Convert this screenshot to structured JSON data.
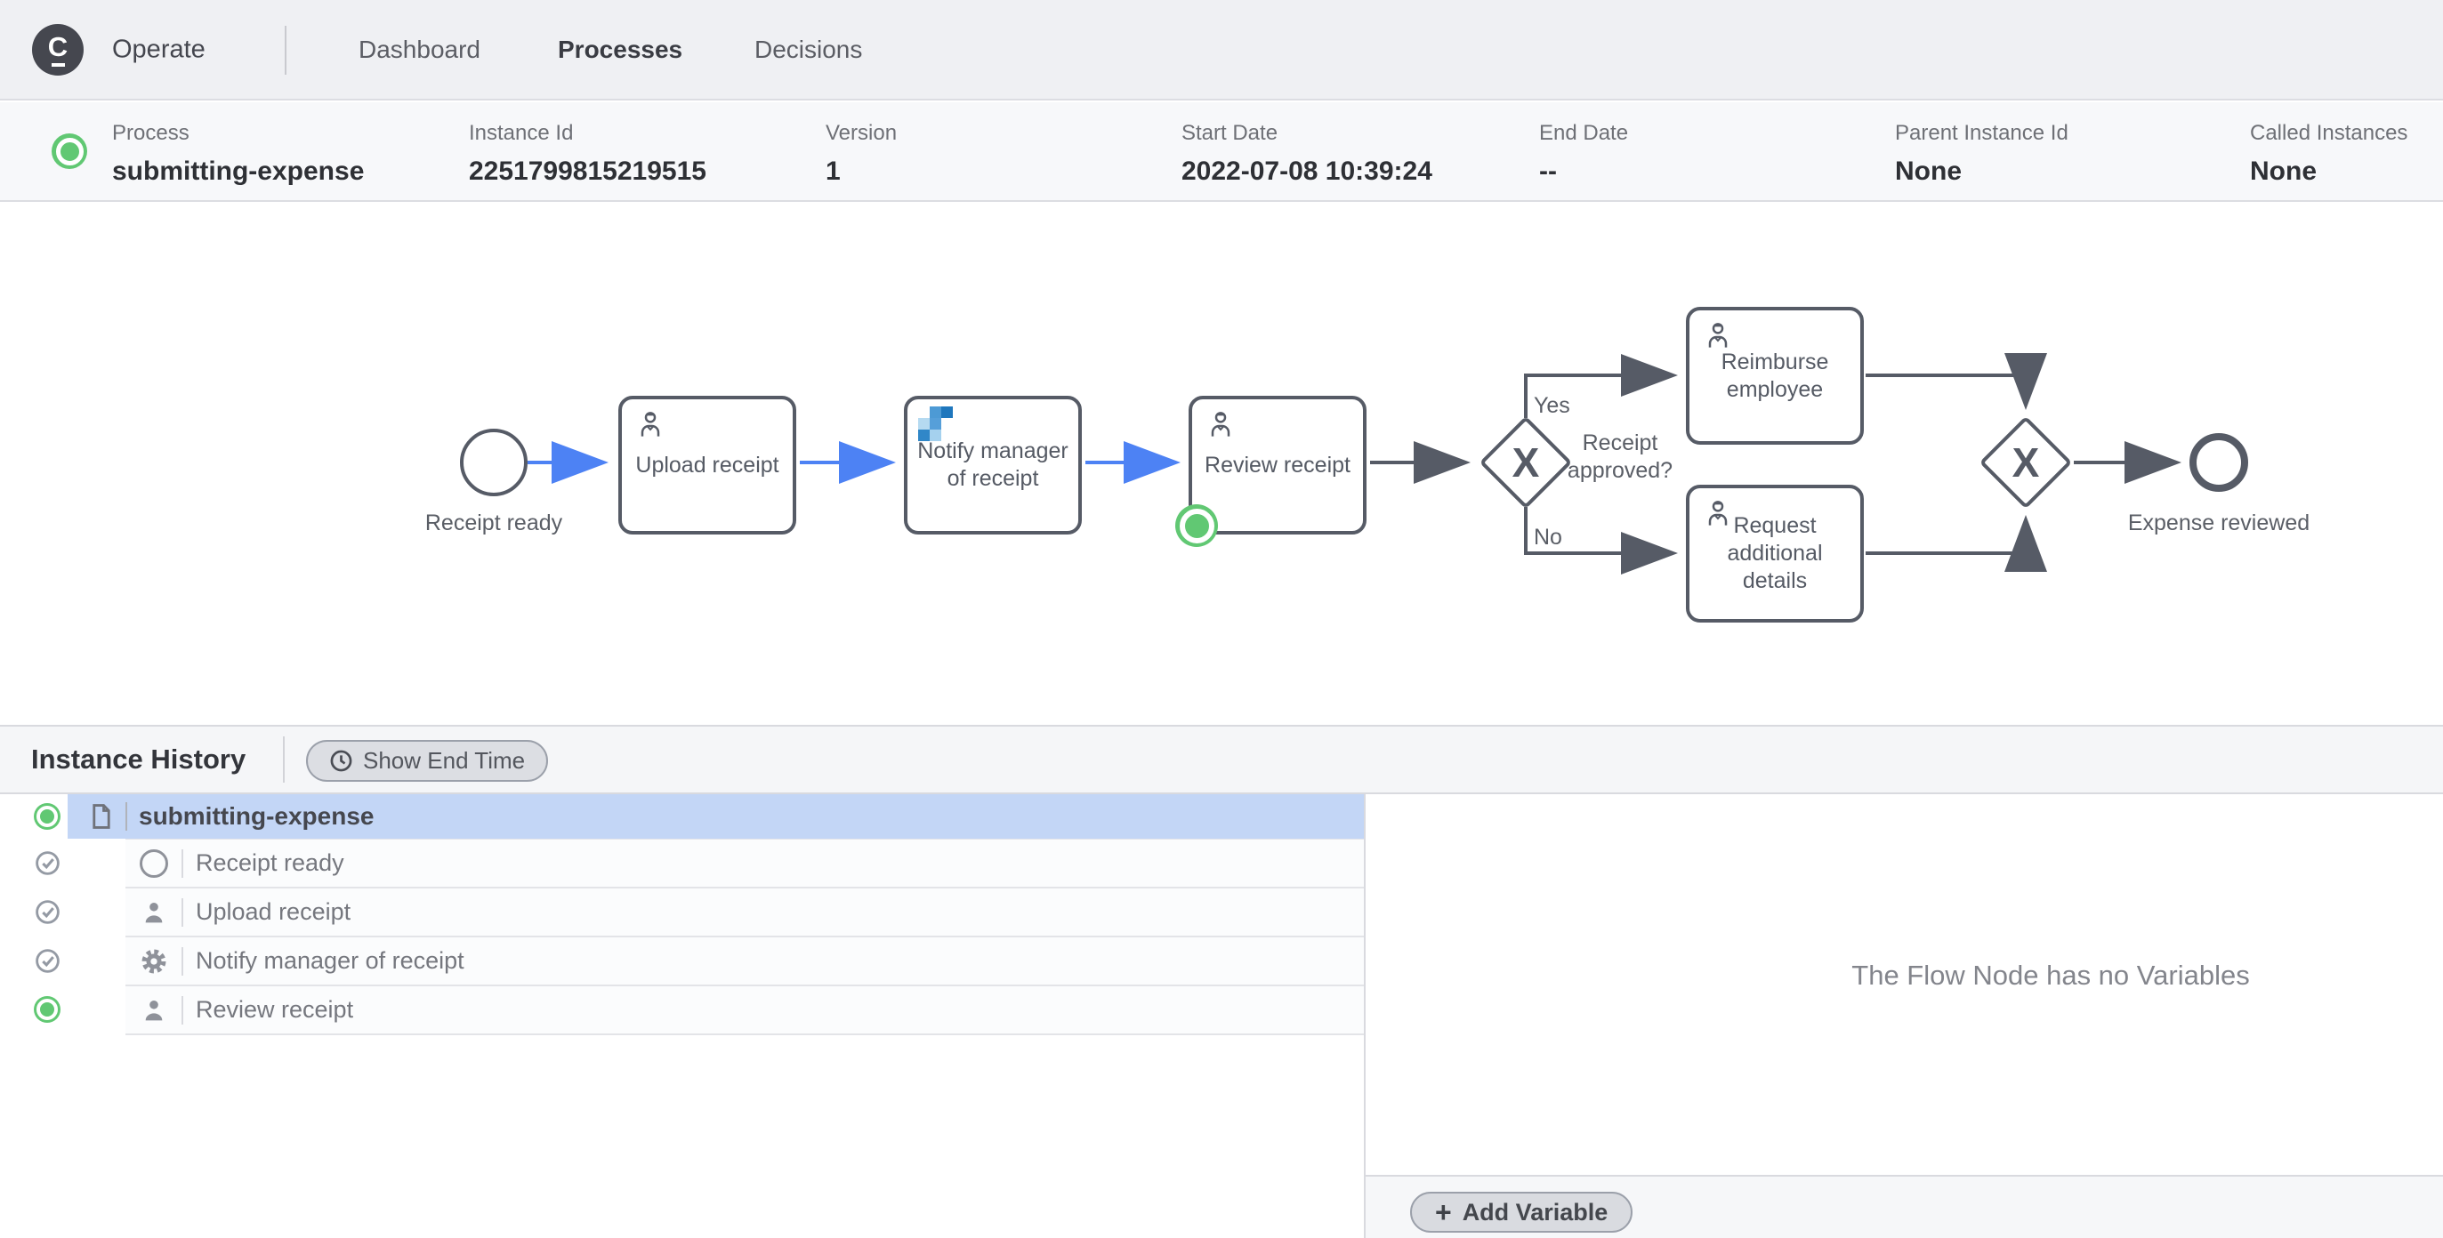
{
  "nav": {
    "logo_letter": "C",
    "brand": "Operate",
    "links": [
      {
        "label": "Dashboard",
        "active": false
      },
      {
        "label": "Processes",
        "active": true
      },
      {
        "label": "Decisions",
        "active": false
      }
    ]
  },
  "instance_header": {
    "state": "active",
    "fields": [
      {
        "label": "Process",
        "value": "submitting-expense"
      },
      {
        "label": "Instance Id",
        "value": "2251799815219515"
      },
      {
        "label": "Version",
        "value": "1"
      },
      {
        "label": "Start Date",
        "value": "2022-07-08 10:39:24"
      },
      {
        "label": "End Date",
        "value": "--"
      },
      {
        "label": "Parent Instance Id",
        "value": "None"
      },
      {
        "label": "Called Instances",
        "value": "None"
      }
    ]
  },
  "diagram": {
    "start_event": {
      "label": "Receipt ready"
    },
    "tasks": [
      {
        "label": "Upload receipt",
        "type": "user-task",
        "state": "completed"
      },
      {
        "label": "Notify manager of receipt",
        "type": "service-task",
        "state": "completed"
      },
      {
        "label": "Review receipt",
        "type": "user-task",
        "state": "active"
      },
      {
        "label": "Reimburse employee",
        "type": "user-task",
        "state": "pending"
      },
      {
        "label": "Request additional details",
        "type": "user-task",
        "state": "pending"
      }
    ],
    "gateways": [
      {
        "symbol": "X",
        "label": "Receipt approved?"
      },
      {
        "symbol": "X",
        "label": ""
      }
    ],
    "flow_labels": {
      "yes": "Yes",
      "no": "No"
    },
    "end_event": {
      "label": "Expense reviewed"
    },
    "colors": {
      "completed_flow": "#4d82f4",
      "element_stroke": "#565b66",
      "active_badge": "#61c873",
      "selected_row": "#c3d6f6"
    }
  },
  "history": {
    "title": "Instance History",
    "show_end_time_button": "Show End Time",
    "rows": [
      {
        "label": "submitting-expense",
        "icon": "process-document",
        "state": "active",
        "selected": true
      },
      {
        "label": "Receipt ready",
        "icon": "start-event",
        "state": "completed",
        "selected": false
      },
      {
        "label": "Upload receipt",
        "icon": "user-task",
        "state": "completed",
        "selected": false
      },
      {
        "label": "Notify manager of receipt",
        "icon": "service-task",
        "state": "completed",
        "selected": false
      },
      {
        "label": "Review receipt",
        "icon": "user-task",
        "state": "active",
        "selected": false
      }
    ]
  },
  "variables": {
    "empty_message": "The Flow Node has no Variables",
    "plus_symbol": "+",
    "add_button": "Add Variable"
  }
}
